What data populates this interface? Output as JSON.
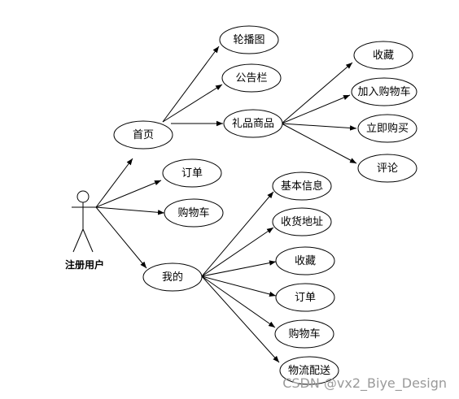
{
  "actor": {
    "label": "注册用户"
  },
  "nodes": {
    "home": "首页",
    "order": "订单",
    "cart": "购物车",
    "mine": "我的",
    "carousel": "轮播图",
    "notice": "公告栏",
    "gift": "礼品商品",
    "favorite": "收藏",
    "add_cart": "加入购物车",
    "buy_now": "立即购买",
    "comment": "评论",
    "basic_info": "基本信息",
    "address": "收货地址",
    "my_favorite": "收藏",
    "my_order": "订单",
    "my_cart": "购物车",
    "logistics": "物流配送"
  },
  "watermark": "CSDN @vx2_Biye_Design"
}
